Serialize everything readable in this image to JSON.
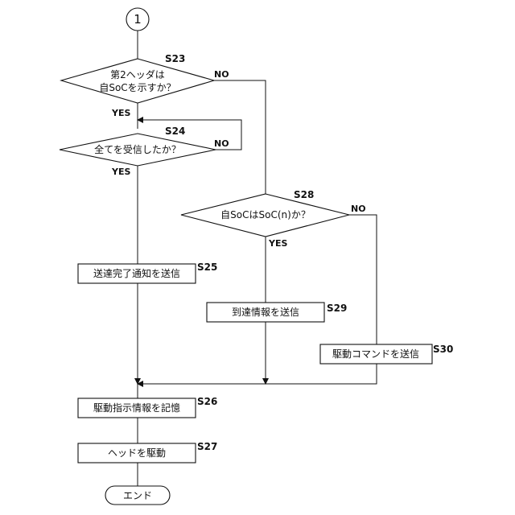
{
  "connector": "1",
  "decisions": {
    "s23": {
      "step": "S23",
      "line1": "第2ヘッダは",
      "line2": "自SoCを示すか？",
      "yes": "YES",
      "no": "NO"
    },
    "s24": {
      "step": "S24",
      "text": "全てを受信したか？",
      "yes": "YES",
      "no": "NO"
    },
    "s28": {
      "step": "S28",
      "text": "自SoCはSoC(n)か？",
      "yes": "YES",
      "no": "NO"
    }
  },
  "processes": {
    "s25": {
      "step": "S25",
      "text": "送達完了通知を送信"
    },
    "s29": {
      "step": "S29",
      "text": "到達情報を送信"
    },
    "s30": {
      "step": "S30",
      "text": "駆動コマンドを送信"
    },
    "s26": {
      "step": "S26",
      "text": "駆動指示情報を記憶"
    },
    "s27": {
      "step": "S27",
      "text": "ヘッドを駆動"
    }
  },
  "terminal": {
    "text": "エンド"
  }
}
